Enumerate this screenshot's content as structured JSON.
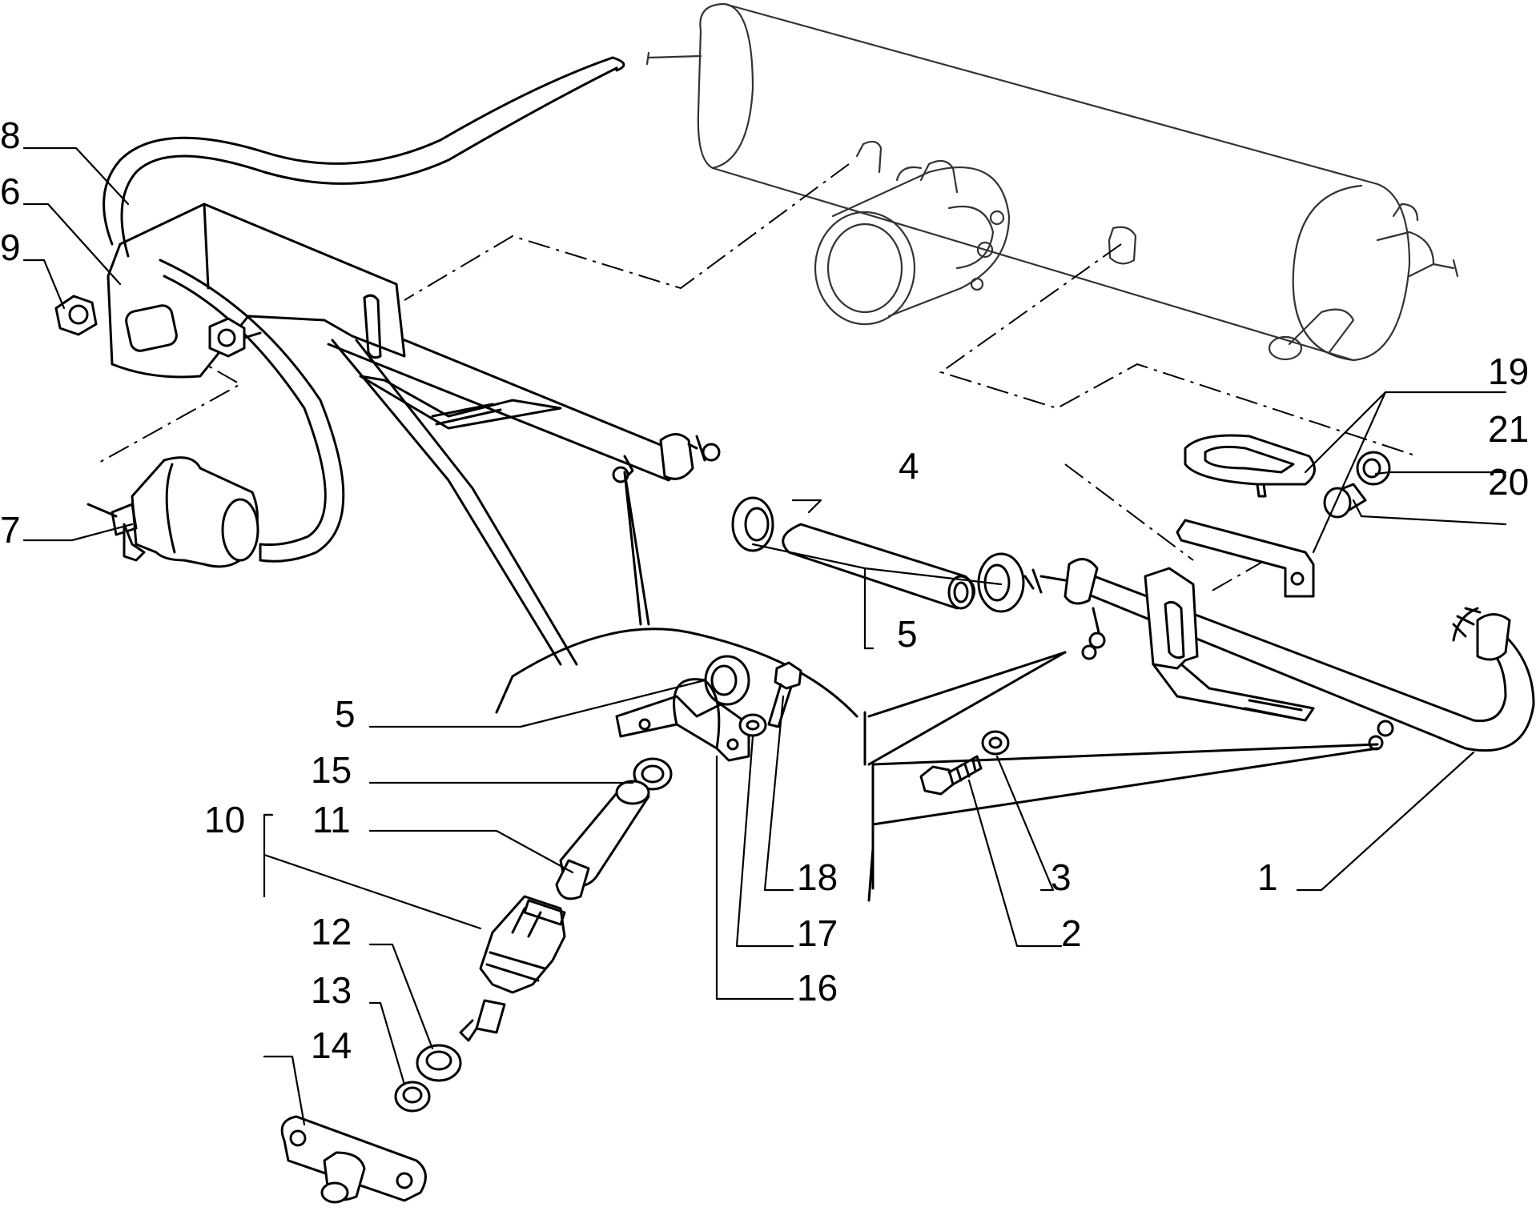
{
  "callouts": {
    "c1": "1",
    "c2": "2",
    "c3": "3",
    "c4": "4",
    "c5a": "5",
    "c5b": "5",
    "c6": "6",
    "c7": "7",
    "c8": "8",
    "c9": "9",
    "c10": "10",
    "c11": "11",
    "c12": "12",
    "c13": "13",
    "c14": "14",
    "c15": "15",
    "c16": "16",
    "c17": "17",
    "c18": "18",
    "c19": "19",
    "c20": "20",
    "c21": "21"
  },
  "colors": {
    "ink": "#000000",
    "paper": "#ffffff"
  }
}
